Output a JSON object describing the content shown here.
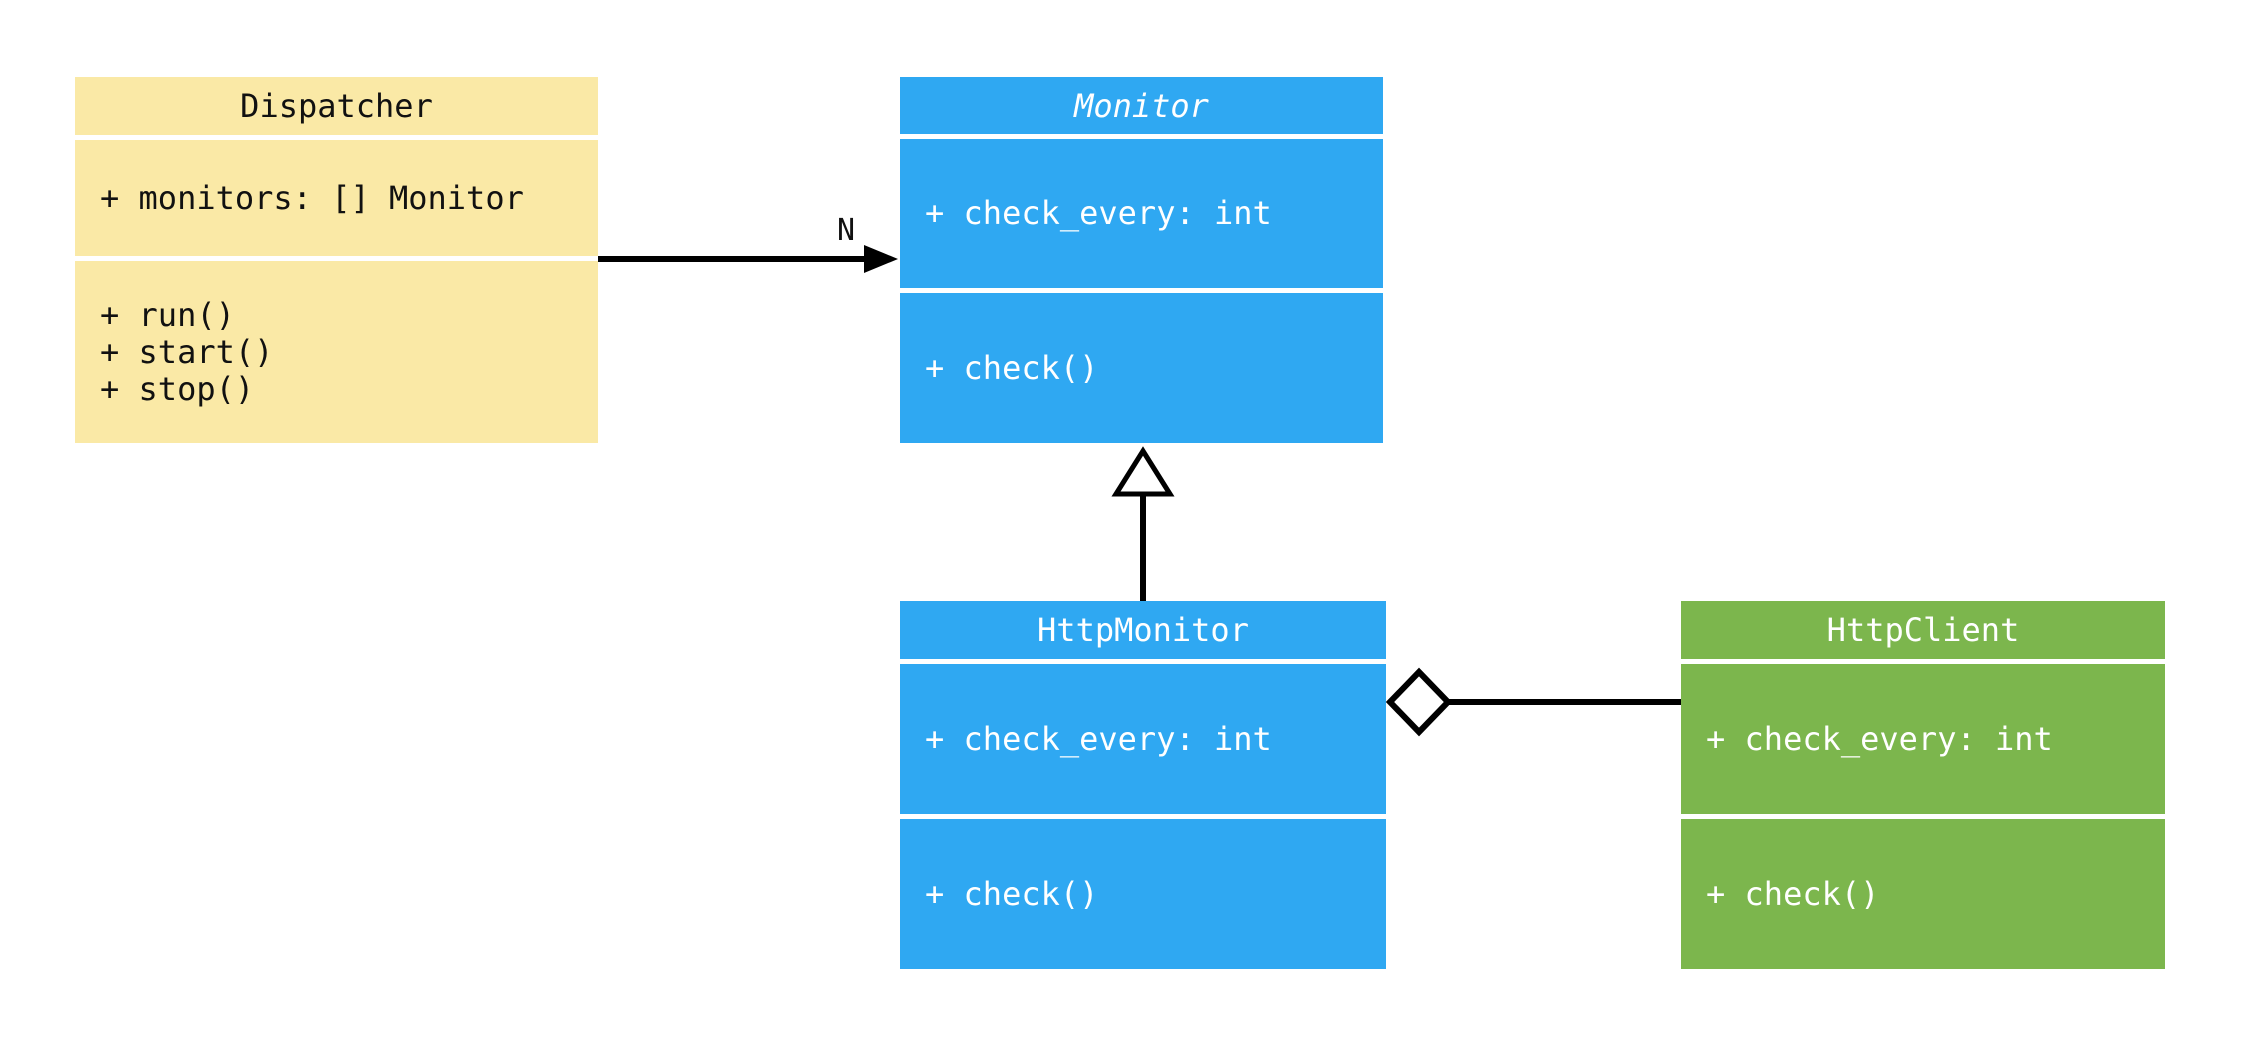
{
  "diagram": {
    "kind": "uml-class-diagram",
    "background": "#ffffff"
  },
  "colors": {
    "dispatcher-fill": "#FAE9A6",
    "monitor-fill": "#2FA8F2",
    "client-fill": "#7CB64D",
    "dark-text": "#111111",
    "light-text": "#ffffff",
    "connector-stroke": "#000000"
  },
  "classes": [
    {
      "id": "dispatcher",
      "name": "Dispatcher",
      "abstract": false,
      "attributes": [
        "+ monitors: [] Monitor"
      ],
      "methods": [
        "+ run()",
        "+ start()",
        "+ stop()"
      ]
    },
    {
      "id": "monitor",
      "name": "Monitor",
      "abstract": true,
      "attributes": [
        "+ check_every: int"
      ],
      "methods": [
        "+ check()"
      ]
    },
    {
      "id": "http-monitor",
      "name": "HttpMonitor",
      "abstract": false,
      "attributes": [
        "+ check_every: int"
      ],
      "methods": [
        "+ check()"
      ]
    },
    {
      "id": "http-client",
      "name": "HttpClient",
      "abstract": false,
      "attributes": [
        "+ check_every: int"
      ],
      "methods": [
        "+ check()"
      ]
    }
  ],
  "relationships": [
    {
      "type": "directed-association",
      "from": "Dispatcher",
      "to": "Monitor",
      "label": "N"
    },
    {
      "type": "inheritance",
      "from": "HttpMonitor",
      "to": "Monitor",
      "label": ""
    },
    {
      "type": "aggregation",
      "from": "HttpMonitor",
      "to": "HttpClient",
      "label": ""
    }
  ]
}
